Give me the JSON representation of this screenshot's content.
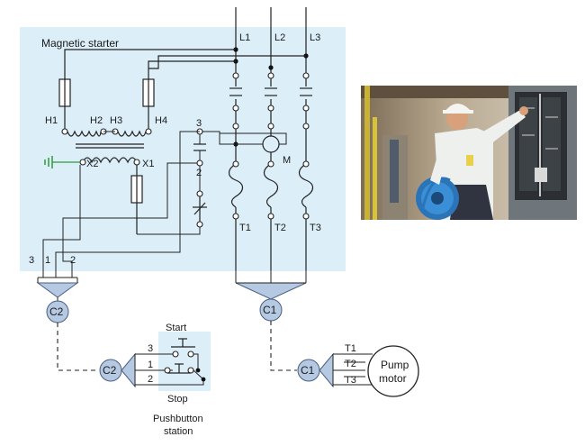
{
  "labels": {
    "magnetic_starter": "Magnetic starter",
    "L1": "L1",
    "L2": "L2",
    "L3": "L3",
    "H1": "H1",
    "H2": "H2",
    "H3": "H3",
    "H4": "H4",
    "X1": "X1",
    "X2": "X2",
    "M": "M",
    "T1": "T1",
    "T2": "T2",
    "T3": "T3",
    "wire_3": "3",
    "wire_1": "1",
    "wire_2": "2",
    "aux_3": "3",
    "aux_2": "2",
    "C1": "C1",
    "C2": "C2",
    "start": "Start",
    "stop": "Stop",
    "pb_3": "3",
    "pb_1": "1",
    "pb_2": "2",
    "pushbutton_line1": "Pushbutton",
    "pushbutton_line2": "station",
    "motor_T1": "T1",
    "motor_T2": "T2",
    "motor_T3": "T3",
    "pump_line1": "Pump",
    "pump_line2": "motor"
  },
  "colors": {
    "panel": "#dceef8",
    "connector": "#b6c9e2",
    "ground": "#2e9a3c"
  },
  "photo": {
    "description_icon": "electrician-at-panel-photo"
  }
}
